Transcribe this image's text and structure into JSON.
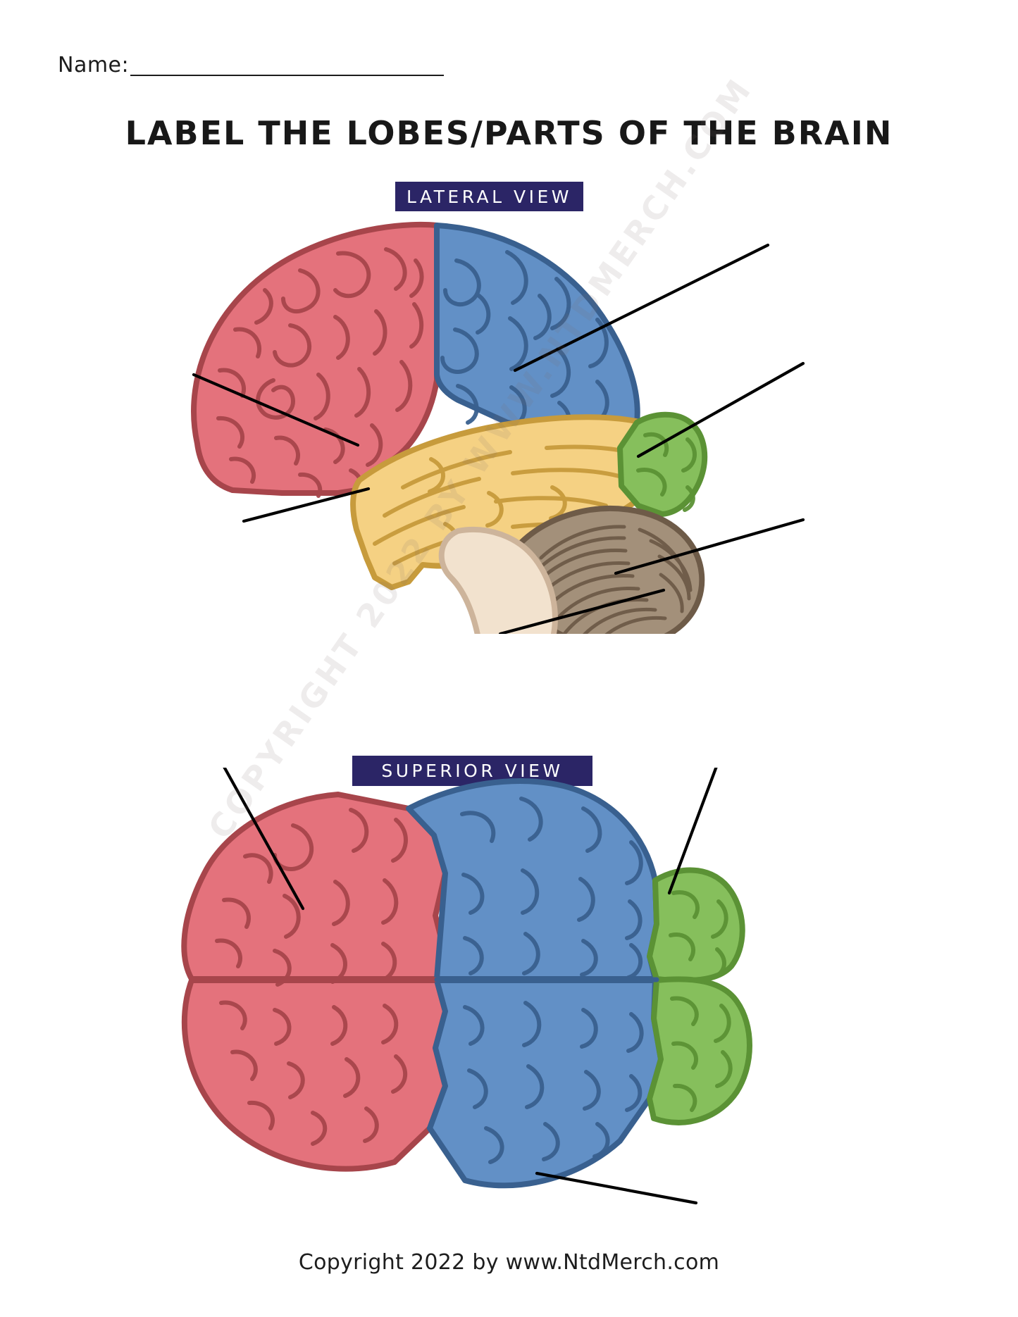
{
  "worksheet": {
    "name_label": "Name:",
    "title": "LABEL THE LOBES/PARTS OF THE BRAIN",
    "footer": "Copyright 2022 by www.NtdMerch.com",
    "watermark": "COPYRIGHT 2022 BY WWW.NTDMERCH.COM"
  },
  "badges": {
    "lateral": "LATERAL VIEW",
    "superior": "SUPERIOR VIEW"
  },
  "colors": {
    "badge_navy": "#2b2566",
    "frontal_fill": "#E4727C",
    "frontal_stroke": "#A7454B",
    "parietal_fill": "#6290C6",
    "parietal_stroke": "#39608F",
    "temporal_fill": "#F5D183",
    "temporal_stroke": "#C79B3C",
    "occipital_fill": "#86BF5C",
    "occipital_stroke": "#5B9235",
    "cerebellum_fill": "#A3907A",
    "cerebellum_stroke": "#6E5B48",
    "brainstem_fill": "#F2E2CE",
    "brainstem_stroke": "#CDB49B",
    "leader_line": "#000000",
    "page_background": "#FFFFFF",
    "text": "#1A1A1A"
  },
  "figures": [
    {
      "id": "lateral",
      "view": "LATERAL VIEW",
      "regions": [
        {
          "name": "frontal-lobe",
          "color": "#E4727C",
          "leader": true
        },
        {
          "name": "parietal-lobe",
          "color": "#6290C6",
          "leader": true
        },
        {
          "name": "temporal-lobe",
          "color": "#F5D183",
          "leader": true
        },
        {
          "name": "occipital-lobe",
          "color": "#86BF5C",
          "leader": true
        },
        {
          "name": "cerebellum",
          "color": "#A3907A",
          "leader": true
        },
        {
          "name": "brainstem",
          "color": "#F2E2CE",
          "leader": true
        }
      ],
      "answer_blanks": 6
    },
    {
      "id": "superior",
      "view": "SUPERIOR VIEW",
      "regions": [
        {
          "name": "frontal-lobe",
          "color": "#E4727C",
          "leader": true
        },
        {
          "name": "occipital-lobe",
          "color": "#86BF5C",
          "leader": true
        },
        {
          "name": "parietal-lobe",
          "color": "#6290C6",
          "leader": true
        }
      ],
      "answer_blanks": 3
    }
  ]
}
